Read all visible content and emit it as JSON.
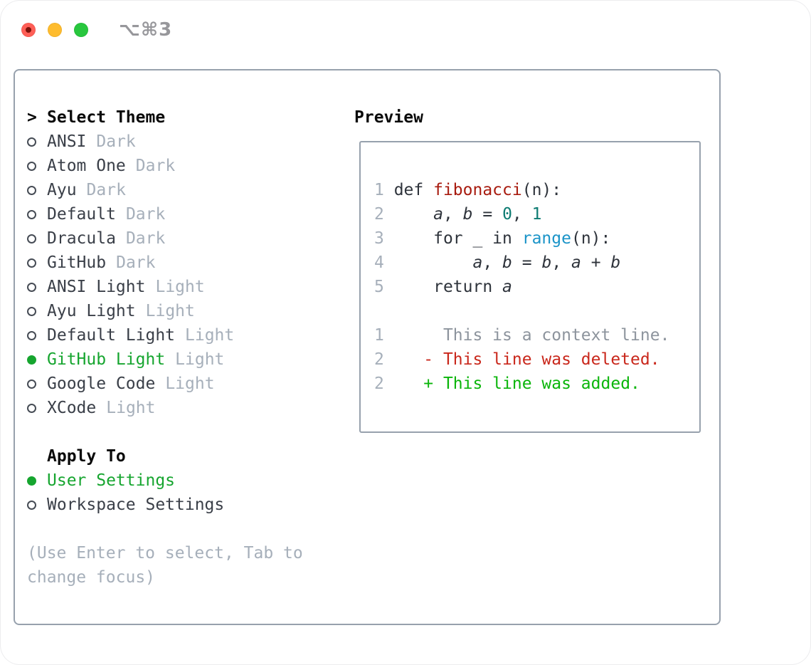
{
  "window": {
    "title": "⌥⌘3"
  },
  "colors": {
    "border": "#97a1ad",
    "ink": "#0a0a0a",
    "item": "#3a3f48",
    "muted": "#a6afba",
    "ctxGray": "#8d949d",
    "codeText": "#2e333b",
    "selectionGreen": "#16a52f",
    "addedGreen": "#0ab50a",
    "deletedRed": "#c9271b",
    "funcRed": "#a81b0f",
    "numTeal": "#0d7b72",
    "rangeBlue": "#1b94c8",
    "titlebarGray": "#97979b",
    "trafficRed": "#ff5f57",
    "trafficYellow": "#febc2e",
    "trafficGreen": "#28c73e",
    "trafficRedDot": "#7c120a"
  },
  "theme_picker": {
    "focus_marker": ">",
    "title": "Select Theme",
    "items": [
      {
        "name": "ANSI",
        "tag": "Dark",
        "selected": false
      },
      {
        "name": "Atom One",
        "tag": "Dark",
        "selected": false
      },
      {
        "name": "Ayu",
        "tag": "Dark",
        "selected": false
      },
      {
        "name": "Default",
        "tag": "Dark",
        "selected": false
      },
      {
        "name": "Dracula",
        "tag": "Dark",
        "selected": false
      },
      {
        "name": "GitHub",
        "tag": "Dark",
        "selected": false
      },
      {
        "name": "ANSI Light",
        "tag": "Light",
        "selected": false
      },
      {
        "name": "Ayu Light",
        "tag": "Light",
        "selected": false
      },
      {
        "name": "Default Light",
        "tag": "Light",
        "selected": false
      },
      {
        "name": "GitHub Light",
        "tag": "Light",
        "selected": true
      },
      {
        "name": "Google Code",
        "tag": "Light",
        "selected": false
      },
      {
        "name": "XCode",
        "tag": "Light",
        "selected": false
      }
    ]
  },
  "apply_to": {
    "title": "Apply To",
    "options": [
      {
        "name": "User Settings",
        "selected": true
      },
      {
        "name": "Workspace Settings",
        "selected": false
      }
    ]
  },
  "hint": "(Use Enter to select, Tab to change focus)",
  "preview": {
    "title": "Preview",
    "code_lines": [
      {
        "segments": [
          {
            "t": "1 ",
            "c": "ln"
          },
          {
            "t": "def ",
            "c": "code"
          },
          {
            "t": "fibonacci",
            "c": "fn"
          },
          {
            "t": "(n):",
            "c": "code"
          }
        ]
      },
      {
        "segments": [
          {
            "t": "2 ",
            "c": "ln"
          },
          {
            "t": "    ",
            "c": "code"
          },
          {
            "t": "a",
            "c": "var"
          },
          {
            "t": ", ",
            "c": "code"
          },
          {
            "t": "b",
            "c": "var"
          },
          {
            "t": " = ",
            "c": "code"
          },
          {
            "t": "0",
            "c": "num"
          },
          {
            "t": ", ",
            "c": "code"
          },
          {
            "t": "1",
            "c": "num"
          }
        ]
      },
      {
        "segments": [
          {
            "t": "3 ",
            "c": "ln"
          },
          {
            "t": "    for _ in ",
            "c": "code"
          },
          {
            "t": "range",
            "c": "kw2"
          },
          {
            "t": "(n):",
            "c": "code"
          }
        ]
      },
      {
        "segments": [
          {
            "t": "4 ",
            "c": "ln"
          },
          {
            "t": "        ",
            "c": "code"
          },
          {
            "t": "a",
            "c": "var"
          },
          {
            "t": ", ",
            "c": "code"
          },
          {
            "t": "b",
            "c": "var"
          },
          {
            "t": " = ",
            "c": "code"
          },
          {
            "t": "b",
            "c": "var"
          },
          {
            "t": ", ",
            "c": "code"
          },
          {
            "t": "a",
            "c": "var"
          },
          {
            "t": " + ",
            "c": "code"
          },
          {
            "t": "b",
            "c": "var"
          }
        ]
      },
      {
        "segments": [
          {
            "t": "5 ",
            "c": "ln"
          },
          {
            "t": "    return ",
            "c": "code"
          },
          {
            "t": "a",
            "c": "var"
          }
        ]
      },
      {
        "segments": []
      },
      {
        "segments": [
          {
            "t": "1      ",
            "c": "ln"
          },
          {
            "t": "This is a context line.",
            "c": "ctx"
          }
        ]
      },
      {
        "segments": [
          {
            "t": "2    ",
            "c": "ln"
          },
          {
            "t": "- This line was deleted.",
            "c": "del"
          }
        ]
      },
      {
        "segments": [
          {
            "t": "2    ",
            "c": "ln"
          },
          {
            "t": "+ This line was added.",
            "c": "add"
          }
        ]
      }
    ]
  }
}
